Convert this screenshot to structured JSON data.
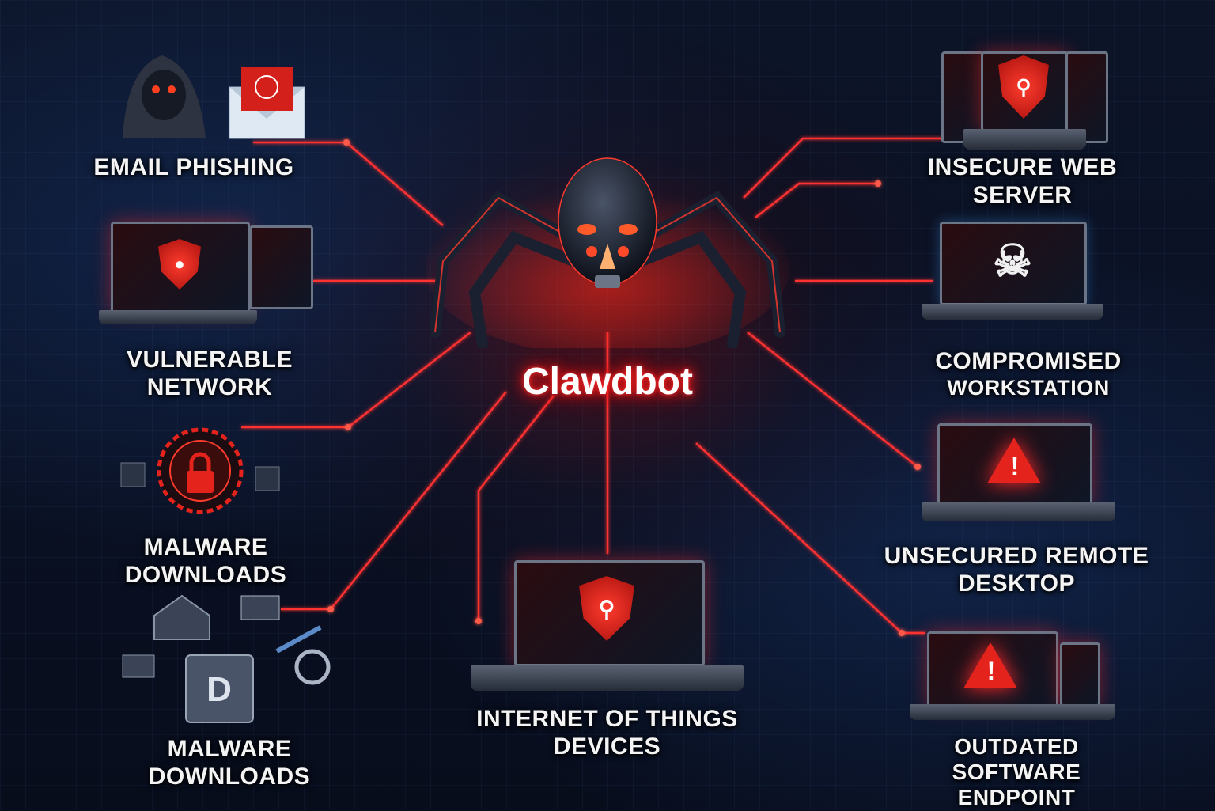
{
  "title": "Clawdbot",
  "colors": {
    "accent": "#ff2a2a",
    "background": "#0a1020",
    "text": "#f4f4f4",
    "line": "#ff3030"
  },
  "nodes": [
    {
      "id": "email-phishing",
      "label": "Email Phishing",
      "icon": "hooded-hacker-envelope-icon",
      "side": "left"
    },
    {
      "id": "vulnerable-network",
      "label": "Vulnerable Network",
      "icon": "laptop-shield-icon",
      "side": "left"
    },
    {
      "id": "malware-downloads-1",
      "label": "Malware Downloads",
      "icon": "padlock-gauge-icon",
      "side": "left"
    },
    {
      "id": "malware-downloads-2",
      "label": "Malware Downloads",
      "icon": "house-folder-tools-icon",
      "side": "left"
    },
    {
      "id": "internet-of-things",
      "label_line1": "Internet of Things",
      "label_line2": "Devices",
      "icon": "laptop-shield-icon",
      "side": "bottom"
    },
    {
      "id": "insecure-web-server",
      "label": "Insecure Web Server",
      "icon": "server-shield-icon",
      "side": "right"
    },
    {
      "id": "compromised-workstation",
      "label_line1": "Compromised",
      "label_line2": "Workstation",
      "icon": "laptop-skull-icon",
      "side": "right"
    },
    {
      "id": "unsecured-remote-desktop",
      "label_line1": "Unsecured Remote",
      "label_line2": "Desktop",
      "icon": "laptop-warning-icon",
      "side": "right"
    },
    {
      "id": "outdated-software-endpoint",
      "label_line1": "Outdated Software",
      "label_line2": "Endpoint",
      "icon": "laptop-warning-icon",
      "side": "right"
    }
  ],
  "center": {
    "icon": "robot-spider-icon",
    "label": "Clawdbot"
  }
}
